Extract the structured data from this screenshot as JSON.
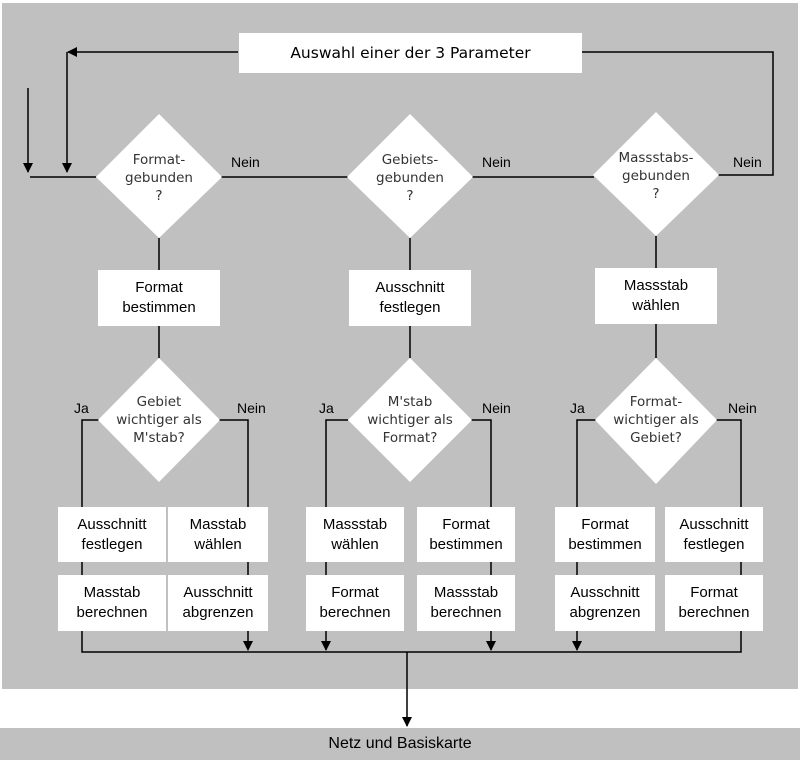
{
  "title": "Auswahl einer der 3 Parameter",
  "base": "Netz und Basiskarte",
  "labels": {
    "yes": "Ja",
    "no": "Nein"
  },
  "top_decisions": [
    "Format-\ngebunden\n?",
    "Gebiets-\ngebunden\n?",
    "Massstabs-\ngebunden\n?"
  ],
  "first_actions": [
    "Format\nbestimmen",
    "Ausschnitt\nfestlegen",
    "Massstab\nwählen"
  ],
  "sub_decisions": [
    "Gebiet\nwichtiger als\nM'stab?",
    "M'stab\nwichtiger als\nFormat?",
    "Format-\nwichtiger als\nGebiet?"
  ],
  "result_steps": [
    [
      "Ausschnitt\nfestlegen",
      "Masstab\nberechnen"
    ],
    [
      "Masstab\nwählen",
      "Ausschnitt\nabgrenzen"
    ],
    [
      "Massstab\nwählen",
      "Format\nberechnen"
    ],
    [
      "Format\nbestimmen",
      "Massstab\nberechnen"
    ],
    [
      "Format\nbestimmen",
      "Ausschnitt\nabgrenzen"
    ],
    [
      "Ausschnitt\nfestlegen",
      "Format\nberechnen"
    ]
  ]
}
